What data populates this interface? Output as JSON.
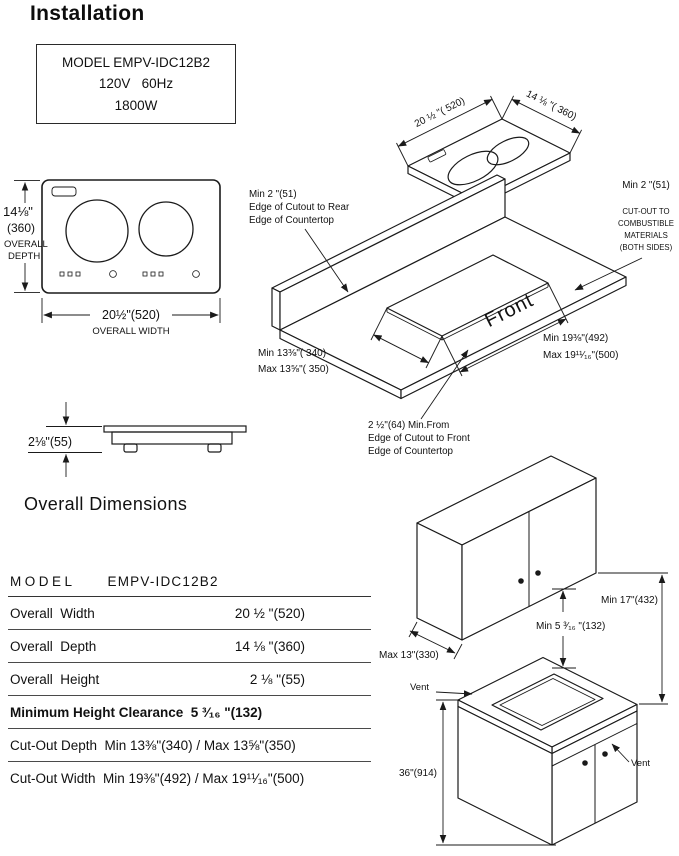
{
  "page": {
    "title": "Installation"
  },
  "model_box": {
    "line1": "MODEL EMPV-IDC12B2",
    "line2": "120V   60Hz",
    "line3": "1800W"
  },
  "front_view": {
    "depth_value": "14⅛\"",
    "depth_mm": "(360)",
    "depth_label1": "OVERALL",
    "depth_label2": "DEPTH",
    "width_value": "20½\"(520)",
    "width_label": "OVERALL WIDTH"
  },
  "side_view": {
    "height_value": "2⅛\"(55)"
  },
  "overall_dimensions_label": "Overall Dimensions",
  "iso": {
    "width_dim": "20 ½ \"( 520)",
    "depth_dim": "14 ⅛ \"( 360)",
    "rear_note_1": "Min 2 \"(51)",
    "rear_note_2": "Edge of Cutout to Rear",
    "rear_note_3": "Edge of Countertop",
    "side_note_1": "Min 2 \"(51)",
    "side_note_2": "CUT-OUT TO",
    "side_note_3": "COMBUSTIBLE",
    "side_note_4": "MATERIALS",
    "side_note_5": "(BOTH SIDES)",
    "front_label": "Front",
    "cutout_depth_min": "Min 13⅜\"( 340)",
    "cutout_depth_max": "Max 13⅝\"( 350)",
    "cutout_width_min": "Min 19⅜\"(492)",
    "cutout_width_max": "Max 19¹¹⁄₁₆\"(500)",
    "front_note_1": "2 ½\"(64) Min.From",
    "front_note_2": "Edge of Cutout to Front",
    "front_note_3": "Edge of Countertop"
  },
  "table": {
    "header_label": "MODEL",
    "header_value": "EMPV-IDC12B2",
    "rows": [
      {
        "label": "Overall  Width",
        "value": "20 ½ \"(520)"
      },
      {
        "label": "Overall  Depth",
        "value": "14 ⅛ \"(360)"
      },
      {
        "label": "Overall  Height",
        "value": "2 ⅛ \"(55)"
      },
      {
        "text": "Minimum Height Clearance  5 ³⁄₁₆ \"(132)"
      },
      {
        "text": "Cut-Out Depth  Min 13⅜\"(340) / Max 13⅝\"(350)"
      },
      {
        "text": "Cut-Out Width  Min 19⅜\"(492) / Max 19¹¹⁄₁₆\"(500)"
      }
    ]
  },
  "cabinet": {
    "wall_height_dim": "Min 17\"(432)",
    "clearance_dim": "Min 5 ³⁄₁₆ \"(132)",
    "wall_depth_dim": "Max 13\"(330)",
    "vent_top": "Vent",
    "vent_front": "Vent",
    "counter_height_dim": "36\"(914)"
  }
}
